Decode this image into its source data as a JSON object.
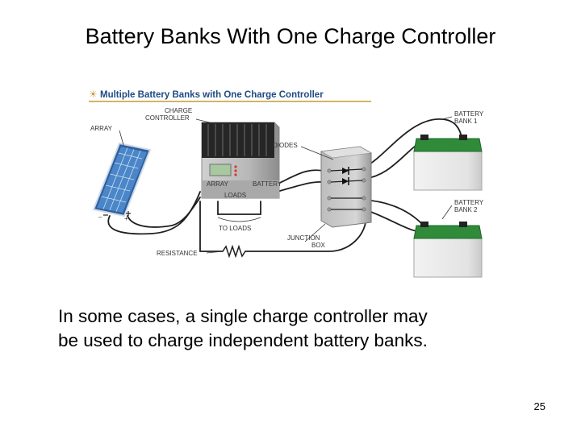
{
  "slide": {
    "title": "Battery Banks With One Charge Controller",
    "caption_line1": "In some cases, a single charge controller may",
    "caption_line2": "be used to charge independent battery banks.",
    "page_number": "25"
  },
  "figure": {
    "title": "Multiple Battery Banks with One Charge Controller",
    "labels": {
      "charge_controller_1": "CHARGE",
      "charge_controller_2": "CONTROLLER",
      "array": "ARRAY",
      "diodes": "DIODES",
      "battery_bank_1_a": "BATTERY",
      "battery_bank_1_b": "BANK 1",
      "battery_bank_2_a": "BATTERY",
      "battery_bank_2_b": "BANK 2",
      "to_loads": "TO LOADS",
      "junction_box_1": "JUNCTION",
      "junction_box_2": "BOX",
      "resistance": "RESISTANCE",
      "minus": "–",
      "plus": "+",
      "ctrl_array": "ARRAY",
      "ctrl_battery": "BATTERY",
      "ctrl_loads": "LOADS"
    },
    "colors": {
      "title_blue": "#1e4a86",
      "title_rule": "#c8a040",
      "panel_blue": "#3d78c0",
      "battery_green": "#2f8a3a",
      "heatsink": "#2b2b2b",
      "controller_body": "#b4b4b4"
    }
  }
}
